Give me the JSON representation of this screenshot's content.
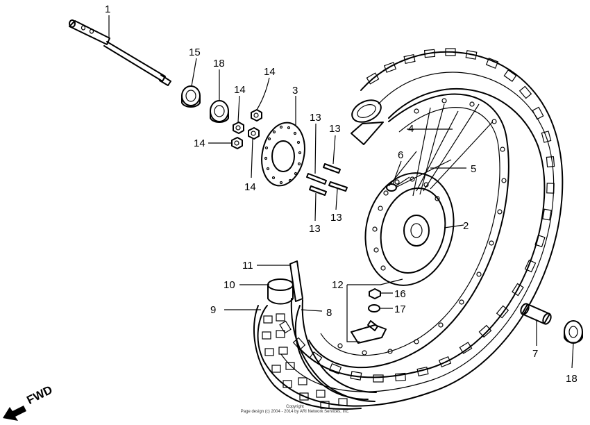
{
  "callouts": [
    {
      "id": "c1",
      "text": "1"
    },
    {
      "id": "c15",
      "text": "15"
    },
    {
      "id": "c18a",
      "text": "18"
    },
    {
      "id": "c14a",
      "text": "14"
    },
    {
      "id": "c14b",
      "text": "14"
    },
    {
      "id": "c14c",
      "text": "14"
    },
    {
      "id": "c14d",
      "text": "14"
    },
    {
      "id": "c3",
      "text": "3"
    },
    {
      "id": "c13a",
      "text": "13"
    },
    {
      "id": "c13b",
      "text": "13"
    },
    {
      "id": "c13c",
      "text": "13"
    },
    {
      "id": "c13d",
      "text": "13"
    },
    {
      "id": "c4",
      "text": "4"
    },
    {
      "id": "c5",
      "text": "5"
    },
    {
      "id": "c6",
      "text": "6"
    },
    {
      "id": "c2",
      "text": "2"
    },
    {
      "id": "c11",
      "text": "11"
    },
    {
      "id": "c10",
      "text": "10"
    },
    {
      "id": "c12",
      "text": "12"
    },
    {
      "id": "c16",
      "text": "16"
    },
    {
      "id": "c17",
      "text": "17"
    },
    {
      "id": "c9",
      "text": "9"
    },
    {
      "id": "c8",
      "text": "8"
    },
    {
      "id": "c7",
      "text": "7"
    },
    {
      "id": "c18b",
      "text": "18"
    }
  ],
  "direction_label": "FWD",
  "copyright": {
    "line1": "Copyright",
    "line2": "Page design (c) 2004 - 2014 by ARI Network Services, Inc."
  }
}
